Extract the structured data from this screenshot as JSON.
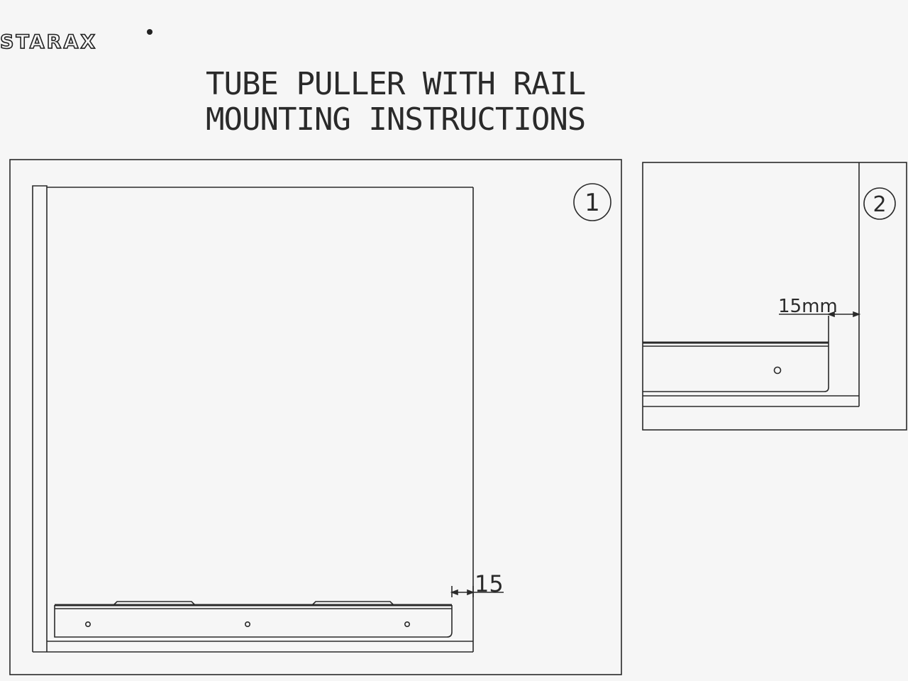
{
  "logo": {
    "text": "STARAX"
  },
  "title": {
    "line1": "TUBE PULLER WITH RAIL",
    "line2": "MOUNTING INSTRUCTIONS"
  },
  "figure1": {
    "step_number": "1",
    "dimension_label": "15"
  },
  "figure2": {
    "step_number": "2",
    "dimension_label": "15mm"
  },
  "colors": {
    "background": "#f6f6f6",
    "line": "#2a2a2a"
  }
}
